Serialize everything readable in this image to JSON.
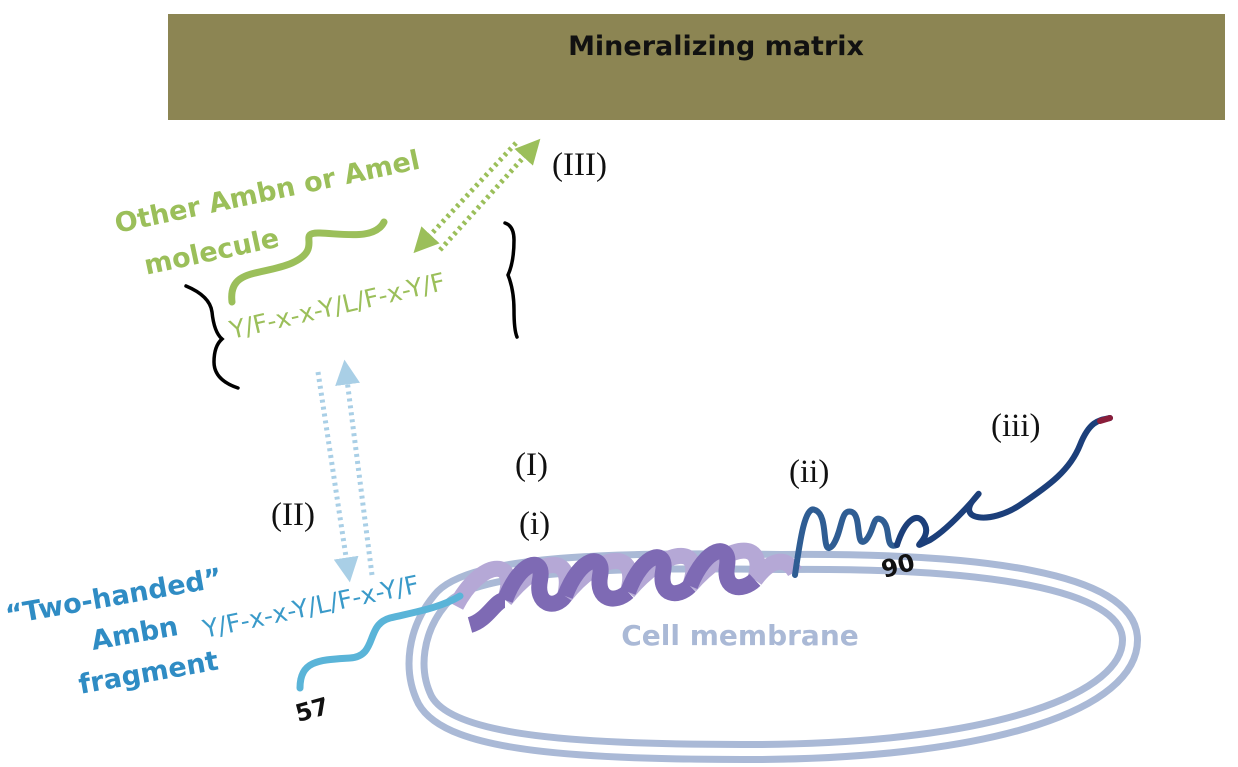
{
  "matrix": {
    "label": "Mineralizing matrix",
    "color": "#8c8553"
  },
  "interactions": {
    "I": "(I)",
    "II": "(II)",
    "III": "(III)"
  },
  "regions": {
    "i": "(i)",
    "ii": "(ii)",
    "iii": "(iii)"
  },
  "other_molecule": {
    "line1": "Other Ambn or Amel",
    "line2": "molecule",
    "motif": "Y/F-x-x-Y/L/F-x-Y/F",
    "color": "#9bbf5a"
  },
  "ambn_fragment": {
    "line1": "“Two-handed”",
    "line2": "Ambn",
    "line3": "fragment",
    "motif": "Y/F-x-x-Y/L/F-x-Y/F",
    "color": "#3a9ac9",
    "start_residue": "57",
    "end_residue": "90"
  },
  "membrane": {
    "label": "Cell membrane",
    "color": "#aab9d6"
  },
  "colors": {
    "helix_front": "#7e6ab4",
    "helix_back": "#b5a8d6",
    "tail": "#1c3f7a",
    "bracket": "#000000"
  }
}
